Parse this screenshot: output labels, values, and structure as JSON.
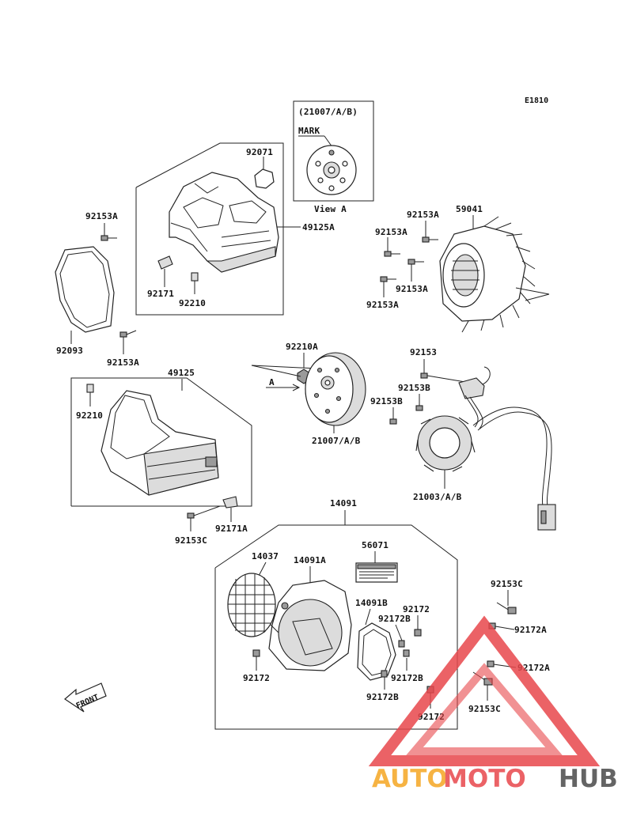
{
  "diagram_code": "E1810",
  "view_a": {
    "ref": "(21007/A/B)",
    "mark": "MARK",
    "caption": "View A"
  },
  "view_arrow_label": "A",
  "front_label": "FRONT",
  "decal_lines": [
    "56071"
  ],
  "parts": {
    "p92071": "92071",
    "p49125A": "49125A",
    "p92153A_tl": "92153A",
    "p92171": "92171",
    "p92210_top": "92210",
    "p92093": "92093",
    "p92153A_bl": "92153A",
    "p92153A_c1": "92153A",
    "p92153A_c2": "92153A",
    "p92153A_c3": "92153A",
    "p92153A_c4": "92153A",
    "p59041": "59041",
    "p92210A": "92210A",
    "p21007": "21007/A/B",
    "p92153": "92153",
    "p92153B_1": "92153B",
    "p92153B_2": "92153B",
    "p21003": "21003/A/B",
    "p49125": "49125",
    "p92210_mid": "92210",
    "p92153C_l": "92153C",
    "p92171A": "92171A",
    "p14091": "14091",
    "p14037": "14037",
    "p14091A": "14091A",
    "p56071": "56071",
    "p14091B": "14091B",
    "p92172_a": "92172",
    "p92172B_a": "92172B",
    "p92172_l": "92172",
    "p92172B_b": "92172B",
    "p92172B_c": "92172B",
    "p92172_b": "92172",
    "p92153C_r1": "92153C",
    "p92172A_1": "92172A",
    "p92172A_2": "92172A",
    "p92153C_r2": "92153C"
  },
  "watermark": {
    "part1": "AUTO",
    "part2": "MOTO",
    "part3": "HUB",
    "color1": "#f5a623",
    "color2": "#e8474c",
    "color3": "#4a4a4a"
  }
}
